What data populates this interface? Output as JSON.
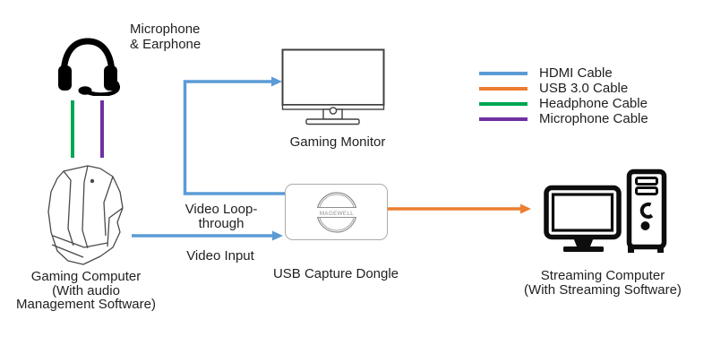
{
  "colors": {
    "hdmi": "#5B9BD5",
    "usb3": "#ED7D31",
    "headphone": "#00A651",
    "microphone": "#7030A0",
    "icon_dark": "#0d0d0d",
    "sketch_gray": "#4a4a4a",
    "logo_gray": "#8f8f8f"
  },
  "legend": {
    "items": [
      {
        "label": "HDMI Cable",
        "color": "#5B9BD5"
      },
      {
        "label": "USB 3.0 Cable",
        "color": "#ED7D31"
      },
      {
        "label": "Headphone Cable",
        "color": "#00A651"
      },
      {
        "label": "Microphone Cable",
        "color": "#7030A0"
      }
    ]
  },
  "nodes": {
    "headset": {
      "label": [
        "Microphone",
        "& Earphone"
      ]
    },
    "gaming_computer": {
      "caption": [
        "Gaming Computer",
        "(With audio",
        "Management Software)"
      ]
    },
    "gaming_monitor": {
      "caption": "Gaming Monitor"
    },
    "usb_capture_dongle": {
      "caption": "USB Capture Dongle",
      "logo_text": "MAGEWELL"
    },
    "streaming_computer": {
      "caption": [
        "Streaming Computer",
        "(With Streaming Software)"
      ]
    }
  },
  "edges": {
    "video_loop_through": {
      "label": [
        "Video Loop-",
        "through"
      ]
    },
    "video_input": {
      "label": "Video Input"
    }
  }
}
